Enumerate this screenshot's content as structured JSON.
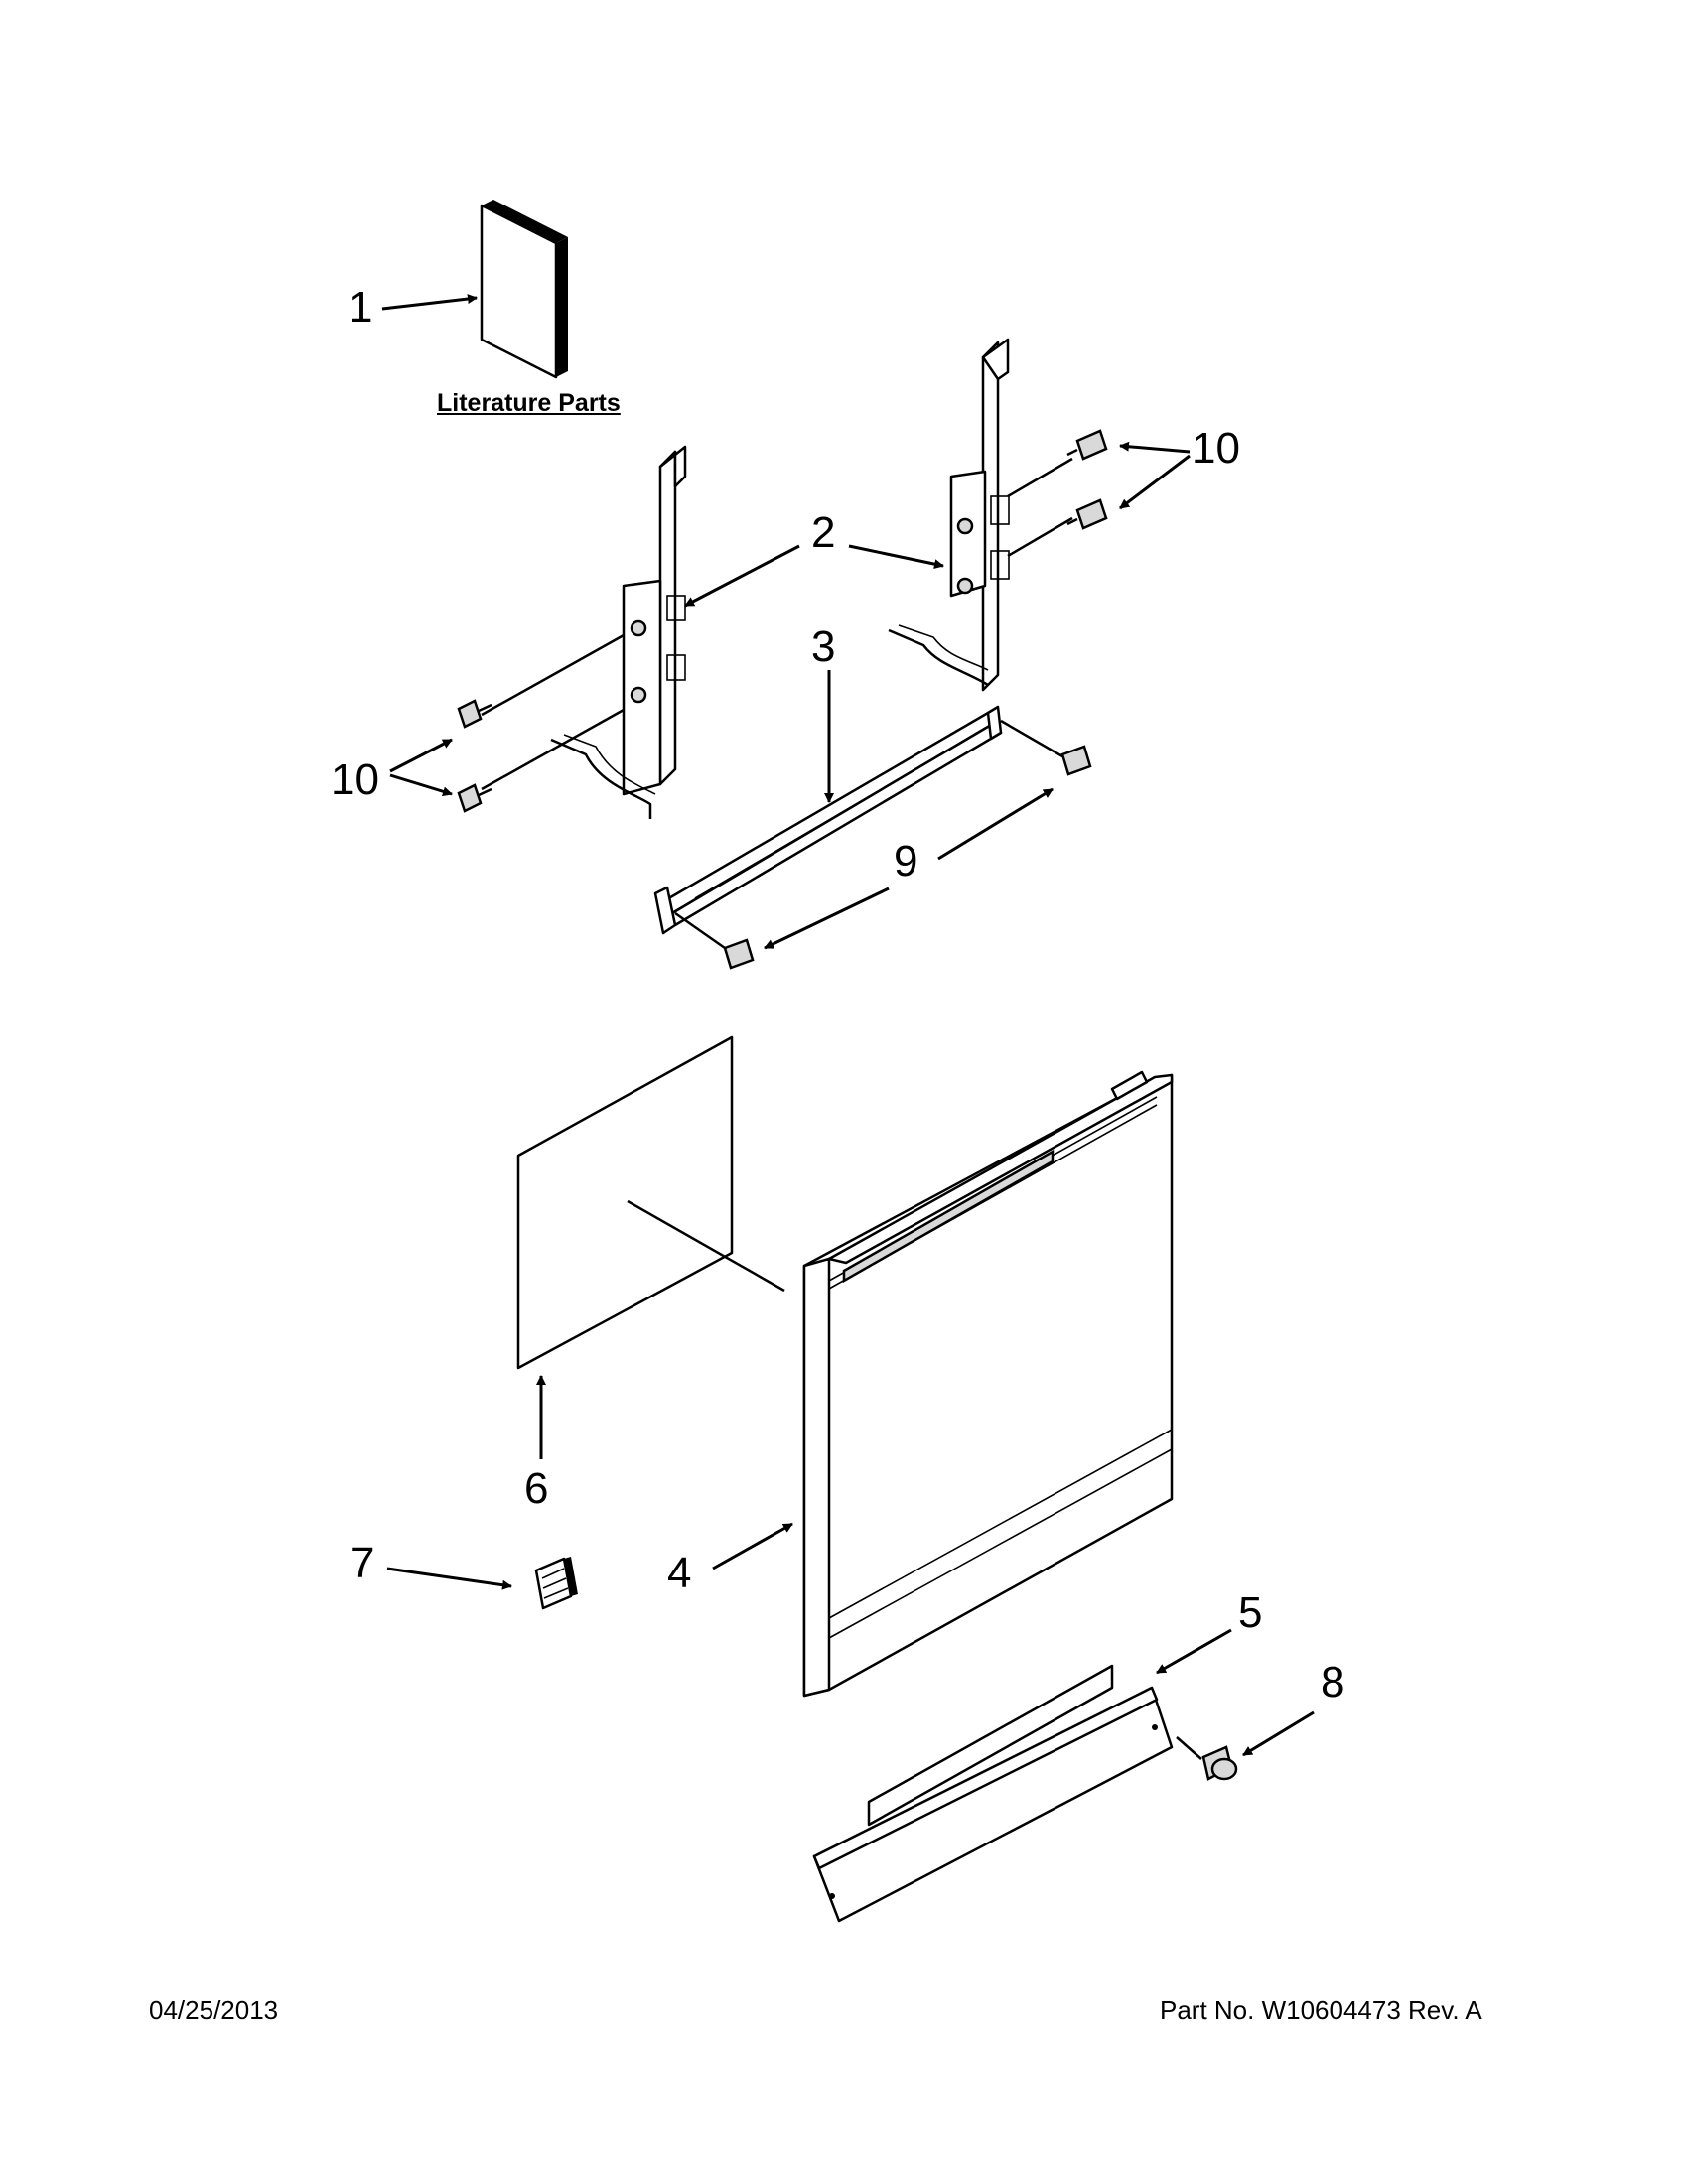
{
  "callouts": {
    "p1": "1",
    "p2": "2",
    "p3": "3",
    "p4": "4",
    "p5": "5",
    "p6": "6",
    "p7": "7",
    "p8": "8",
    "p9": "9",
    "p10a": "10",
    "p10b": "10"
  },
  "literature_caption": "Literature Parts",
  "footer": {
    "date": "04/25/2013",
    "part_no": "Part No.  W10604473  Rev.  A"
  }
}
